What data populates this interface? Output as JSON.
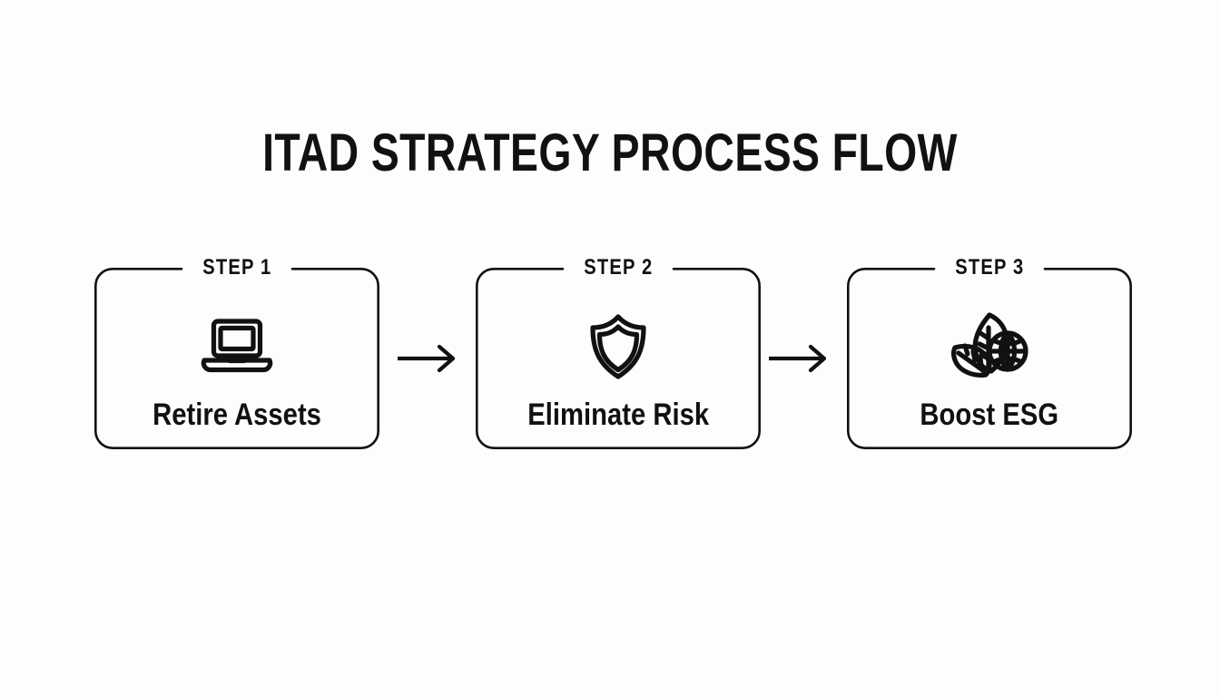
{
  "page": {
    "title": "ITAD STRATEGY PROCESS FLOW",
    "background_color": "#fdfdfd",
    "ink_color": "#111111"
  },
  "flow": {
    "connector_icon": "arrow-right-icon",
    "steps": [
      {
        "legend": "STEP 1",
        "label": "Retire Assets",
        "icon": "laptop-icon"
      },
      {
        "legend": "STEP 2",
        "label": "Eliminate Risk",
        "icon": "shield-icon"
      },
      {
        "legend": "STEP 3",
        "label": "Boost ESG",
        "icon": "leaves-globe-icon"
      }
    ]
  }
}
